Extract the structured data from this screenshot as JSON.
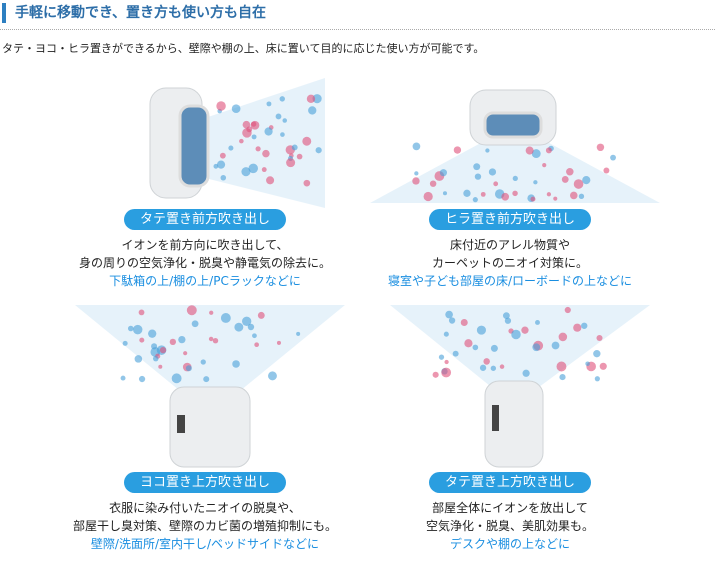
{
  "header": {
    "title": "手軽に移動でき、置き方も使い方も自在"
  },
  "intro": "タテ・ヨコ・ヒラ置きができるから、壁際や棚の上、床に置いて目的に応じた使い方が可能です。",
  "panels": [
    {
      "label": "タテ置き前方吹き出し",
      "lines": [
        "イオンを前方向に吹き出して、",
        "身の周りの空気浄化・脱臭や静電気の除去に。"
      ],
      "where": "下駄箱の上/棚の上/PCラックなどに"
    },
    {
      "label": "ヒラ置き前方吹き出し",
      "lines": [
        "床付近のアレル物質や",
        "カーペットのニオイ対策に。"
      ],
      "where": "寝室や子ども部屋の床/ローボードの上などに"
    },
    {
      "label": "ヨコ置き上方吹き出し",
      "lines": [
        "衣服に染み付いたニオイの脱臭や、",
        "部屋干し臭対策、壁際のカビ菌の増殖抑制にも。"
      ],
      "where": "壁際/洗面所/室内干し/ベッドサイドなどに"
    },
    {
      "label": "タテ置き上方吹き出し",
      "lines": [
        "部屋全体にイオンを放出して",
        "空気浄化・脱臭、美肌効果も。"
      ],
      "where": "デスクや棚の上などに"
    }
  ],
  "colors": {
    "accent": "#2a9ee0",
    "title": "#2d6ea8",
    "ion_plus": "#e0507a",
    "ion_minus": "#4aa0d8"
  }
}
